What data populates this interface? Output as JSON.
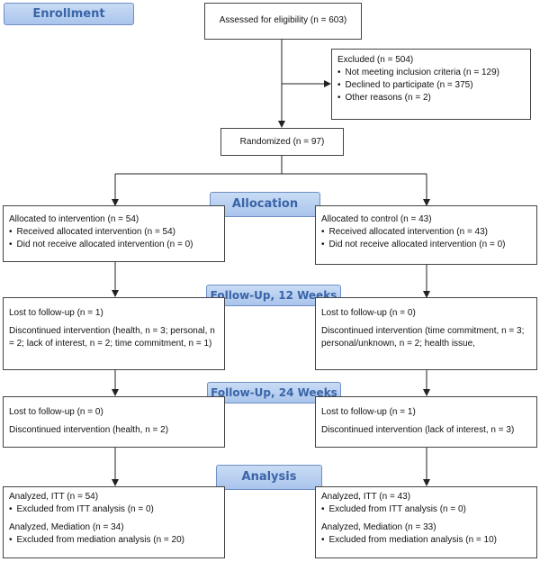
{
  "stages": {
    "enrollment": "Enrollment",
    "allocation": "Allocation",
    "followup12": "Follow-Up, 12 Weeks",
    "followup24": "Follow-Up, 24 Weeks",
    "analysis": "Analysis"
  },
  "assessed": "Assessed for eligibility (n = 603)",
  "excluded": {
    "title": "Excluded (n = 504)",
    "items": [
      "Not meeting inclusion criteria (n = 129)",
      "Declined to participate (n = 375)",
      "Other reasons (n = 2)"
    ]
  },
  "randomized": "Randomized (n = 97)",
  "allocation": {
    "left": {
      "title": "Allocated to intervention (n = 54)",
      "items": [
        "Received allocated intervention (n = 54)",
        "Did not receive allocated intervention (n = 0)"
      ]
    },
    "right": {
      "title": "Allocated to control (n = 43)",
      "items": [
        "Received allocated intervention (n = 43)",
        "Did not receive allocated intervention (n = 0)"
      ]
    }
  },
  "followup12": {
    "left": {
      "lost": "Lost to follow-up (n = 1)",
      "discontinued": "Discontinued intervention (health, n = 3; personal, n = 2; lack of interest, n = 2; time commitment, n = 1)"
    },
    "right": {
      "lost": "Lost to follow-up (n = 0)",
      "discontinued": "Discontinued intervention (time commitment, n = 3; personal/unknown, n = 2; health issue,"
    }
  },
  "followup24": {
    "left": {
      "lost": "Lost to follow-up (n = 0)",
      "discontinued": "Discontinued intervention (health, n = 2)"
    },
    "right": {
      "lost": "Lost to follow-up (n = 1)",
      "discontinued": "Discontinued intervention (lack of interest, n = 3)"
    }
  },
  "analysis": {
    "left": {
      "itt": "Analyzed, ITT (n = 54)",
      "itt_excluded": "Excluded from ITT analysis (n = 0)",
      "mediation": "Analyzed, Mediation (n = 34)",
      "mediation_excluded": "Excluded from mediation analysis (n = 20)"
    },
    "right": {
      "itt": "Analyzed, ITT (n = 43)",
      "itt_excluded": "Excluded from ITT analysis (n = 0)",
      "mediation": "Analyzed, Mediation (n = 33)",
      "mediation_excluded": "Excluded from mediation analysis (n = 10)"
    }
  }
}
